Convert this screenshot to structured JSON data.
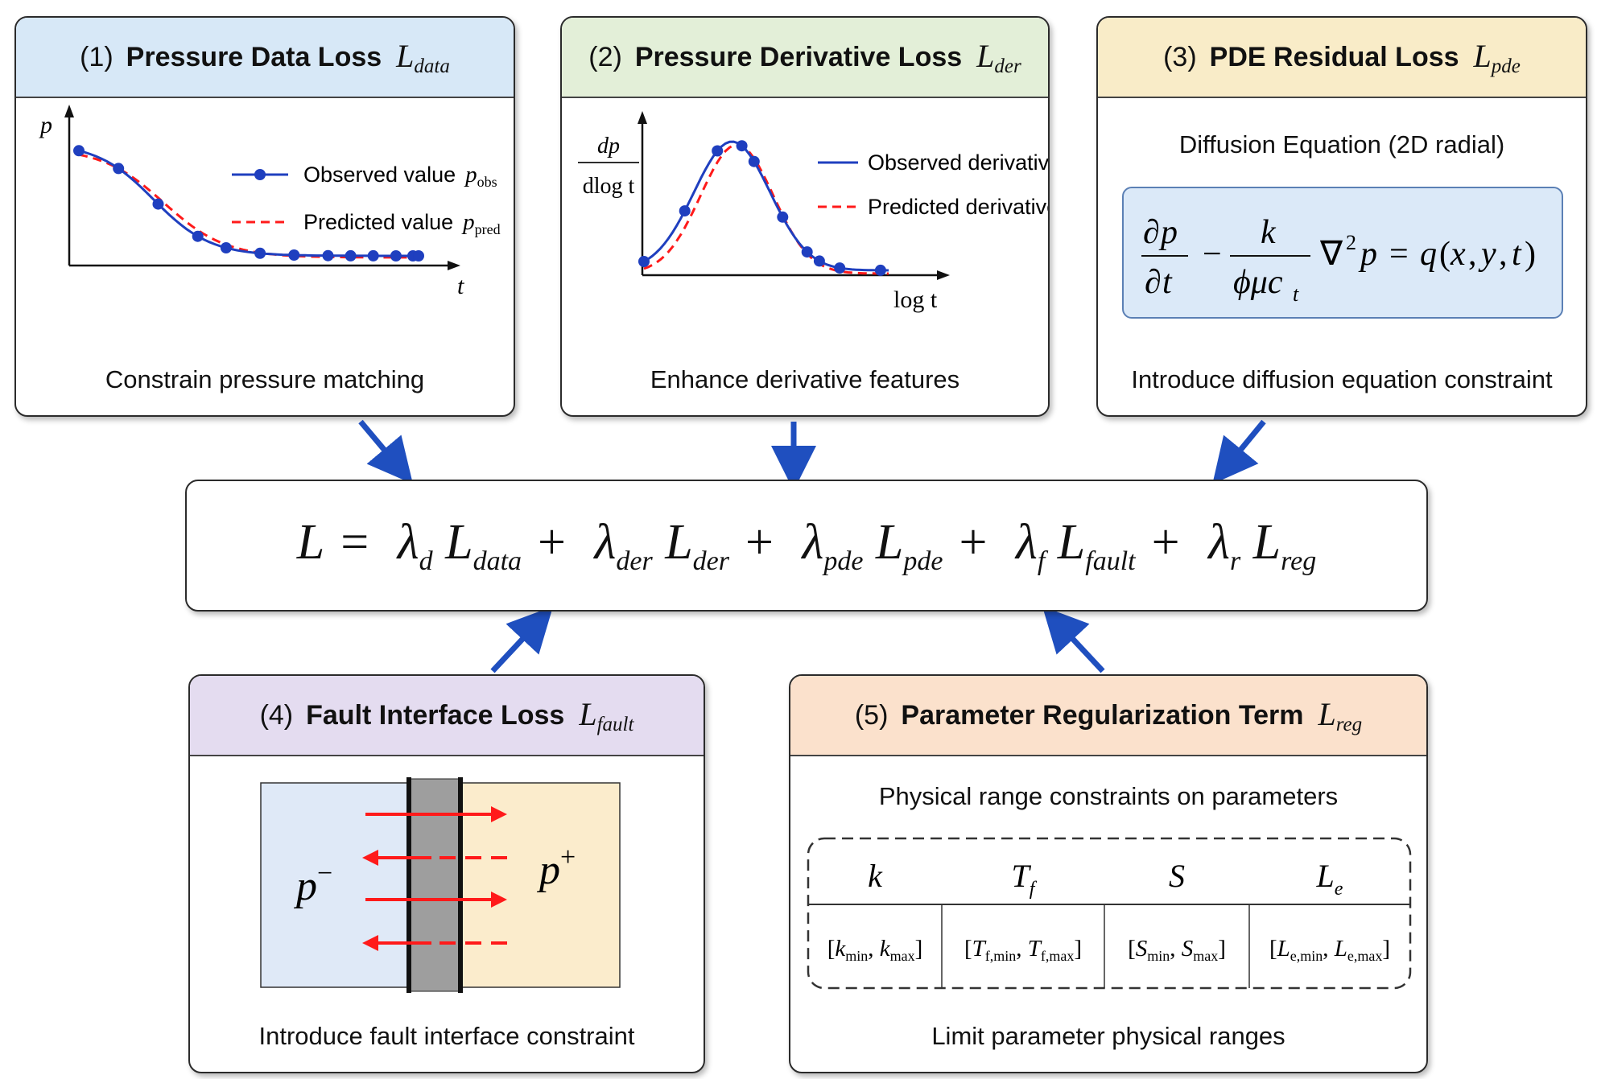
{
  "panel1": {
    "num": "(1)",
    "title": "Pressure Data Loss",
    "symbol": "L",
    "symbol_sub": "data",
    "y_label": "p",
    "x_label": "t",
    "legend": [
      {
        "label": "Observed value",
        "sym": "p",
        "sub": "obs"
      },
      {
        "label": "Predicted value",
        "sym": "p",
        "sub": "pred"
      }
    ],
    "caption": "Constrain pressure matching"
  },
  "panel2": {
    "num": "(2)",
    "title": "Pressure Derivative Loss",
    "symbol": "L",
    "symbol_sub": "der",
    "y_num": "dp",
    "y_den": "dlog t",
    "x_label": "log t",
    "legend": [
      "Observed derivative",
      "Predicted derivative"
    ],
    "caption": "Enhance derivative features"
  },
  "panel3": {
    "num": "(3)",
    "title": "PDE Residual Loss",
    "symbol": "L",
    "symbol_sub": "pde",
    "subtitle": "Diffusion Equation (2D radial)",
    "caption": "Introduce diffusion equation constraint"
  },
  "main_equation": {
    "lhs": "L",
    "eq": "=",
    "terms": [
      {
        "lambda_sub": "d",
        "L_sub": "data"
      },
      {
        "lambda_sub": "der",
        "L_sub": "der"
      },
      {
        "lambda_sub": "pde",
        "L_sub": "pde"
      },
      {
        "lambda_sub": "f",
        "L_sub": "fault"
      },
      {
        "lambda_sub": "r",
        "L_sub": "reg"
      }
    ]
  },
  "panel4": {
    "num": "(4)",
    "title": "Fault Interface Loss",
    "symbol": "L",
    "symbol_sub": "fault",
    "left_label": "p",
    "left_sup": "−",
    "right_label": "p",
    "right_sup": "+",
    "caption": "Introduce fault interface constraint"
  },
  "panel5": {
    "num": "(5)",
    "title": "Parameter Regularization Term",
    "symbol": "L",
    "symbol_sub": "reg",
    "subtitle": "Physical range constraints on parameters",
    "params": [
      {
        "name": "k",
        "name_sub": "",
        "sym": "k",
        "min_sub": "min",
        "max_sub": "max"
      },
      {
        "name": "T",
        "name_sub": "f",
        "sym": "T",
        "min_sub": "f,min",
        "max_sub": "f,max"
      },
      {
        "name": "S",
        "name_sub": "",
        "sym": "S",
        "min_sub": "min",
        "max_sub": "max"
      },
      {
        "name": "L",
        "name_sub": "e",
        "sym": "L",
        "min_sub": "e,min",
        "max_sub": "e,max"
      }
    ],
    "caption": "Limit parameter physical ranges"
  },
  "colors": {
    "observed": "#1f3fbf",
    "predicted": "#ff1a1a",
    "arrow": "#1f4fbf",
    "fault": "#9e9e9e"
  }
}
